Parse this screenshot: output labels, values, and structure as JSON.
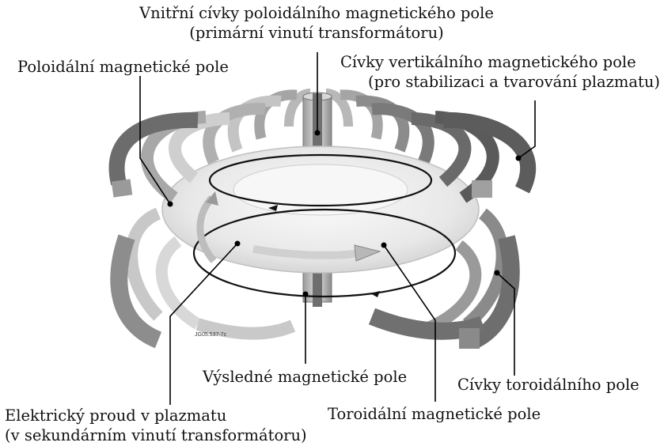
{
  "labels": {
    "inner_coils": {
      "line1": "Vnitřní cívky poloidálního magnetického pole",
      "line2": "(primární vinutí transformátoru)"
    },
    "poloidal_field": "Poloidální magnetické pole",
    "vertical_coils": {
      "line1": "Cívky vertikálního magnetického pole",
      "line2": "(pro stabilizaci a tvarování plazmatu)"
    },
    "resulting_field": "Výsledné magnetické pole",
    "toroidal_coils": "Cívky toroidálního pole",
    "plasma_current": {
      "line1": "Elektrický proud v plazmatu",
      "line2": "(v sekundárním vinutí transformátoru)"
    },
    "toroidal_field": "Toroidální magnetické pole"
  },
  "credit": "JG05.537-7c",
  "colors": {
    "coil_dark": "#5a5a5a",
    "coil_mid": "#8c8c8c",
    "coil_light": "#c4c4c4",
    "plasma": "#e6e6e6",
    "leader": "#000000"
  }
}
